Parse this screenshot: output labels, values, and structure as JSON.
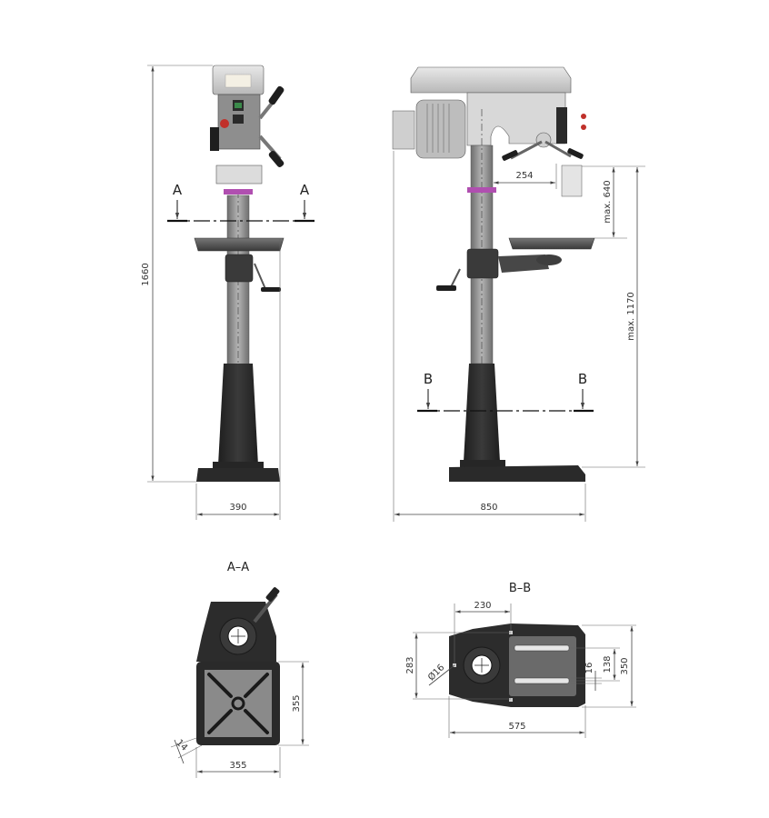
{
  "drawing": {
    "title": "Pillar drill dimensional drawing",
    "colors": {
      "base_dark": "#2b2b2b",
      "column_grey": "#8a8a8a",
      "head_light": "#d4d4d4",
      "accent_ring": "#b04fb0",
      "stop_red": "#c0302a",
      "line": "#444444"
    }
  },
  "front_view": {
    "height_label": "1660",
    "width_label": "390",
    "section_a_left": "A",
    "section_a_right": "A"
  },
  "side_view": {
    "spindle_distance": "254",
    "max_spindle_table": "max. 640",
    "max_spindle_base": "max. 1170",
    "depth_label": "850",
    "section_b_left": "B",
    "section_b_right": "B"
  },
  "section_aa": {
    "title": "A–A",
    "table_height": "355",
    "table_width": "355",
    "slot_width": "14"
  },
  "section_bb": {
    "title": "B–B",
    "hole_offset": "230",
    "hole_spacing": "283",
    "hole_diameter": "Ø16",
    "slot_spacing": "138",
    "slot_width": "16",
    "base_depth": "350",
    "base_length": "575"
  }
}
